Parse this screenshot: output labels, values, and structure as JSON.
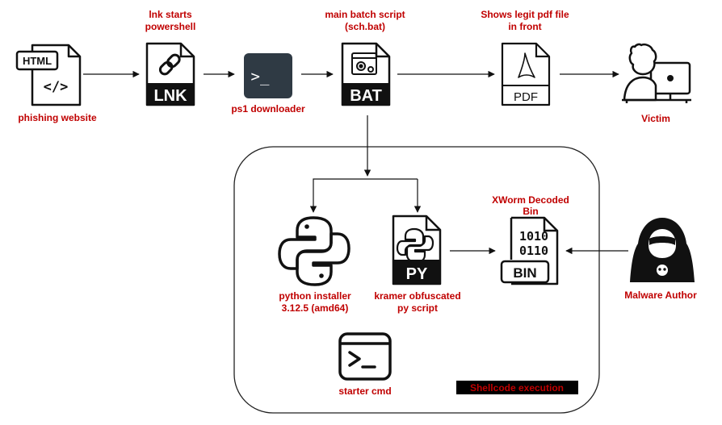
{
  "labels": {
    "html_icon_text": "HTML",
    "html_code_glyph": "</>",
    "phishing": "phishing website",
    "lnk_top1": "lnk starts",
    "lnk_top2": "powershell",
    "lnk_icon_text": "LNK",
    "ps1_prompt": ">_",
    "ps1": "ps1 downloader",
    "bat_top1": "main batch script",
    "bat_top2": "(sch.bat)",
    "bat_icon_text": "BAT",
    "pdf_top1": "Shows legit pdf file",
    "pdf_top2": "in front",
    "pdf_icon_text": "PDF",
    "victim": "Victim",
    "python1": "python installer",
    "python2": "3.12.5 (amd64)",
    "py_icon_text": "PY",
    "kramer1": "kramer obfuscated",
    "kramer2": "py script",
    "xworm1": "XWorm Decoded",
    "xworm2": "Bin",
    "bin_row1": "1010",
    "bin_row2": "0110",
    "bin_icon_text": "BIN",
    "malware_author": "Malware Author",
    "starter": "starter cmd",
    "shellcode": "Shellcode execution"
  },
  "colors": {
    "label_red": "#c00000",
    "icon_black": "#111111",
    "ps1_tile": "#2f3a44",
    "border": "#222222"
  }
}
